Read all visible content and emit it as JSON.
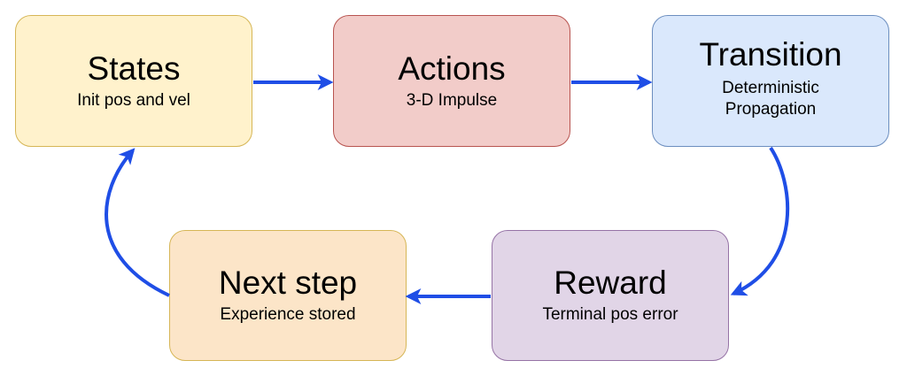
{
  "nodes": {
    "states": {
      "title": "States",
      "subtitle": "Init pos and vel",
      "fill": "#fff2cc",
      "stroke": "#d6b656"
    },
    "actions": {
      "title": "Actions",
      "subtitle": "3-D Impulse",
      "fill": "#f2ccc9",
      "stroke": "#b85450"
    },
    "transition": {
      "title": "Transition",
      "subtitle": "Deterministic\nPropagation",
      "fill": "#dae8fc",
      "stroke": "#6c8ebf"
    },
    "reward": {
      "title": "Reward",
      "subtitle": "Terminal pos error",
      "fill": "#e1d5e7",
      "stroke": "#9673a6"
    },
    "next_step": {
      "title": "Next step",
      "subtitle": "Experience stored",
      "fill": "#fce5c8",
      "stroke": "#d6b656"
    }
  },
  "edges": [
    {
      "from": "States",
      "to": "Actions"
    },
    {
      "from": "Actions",
      "to": "Transition"
    },
    {
      "from": "Transition",
      "to": "Reward"
    },
    {
      "from": "Reward",
      "to": "Next step"
    },
    {
      "from": "Next step",
      "to": "States"
    }
  ],
  "colors": {
    "arrow": "#1f4ee6"
  }
}
